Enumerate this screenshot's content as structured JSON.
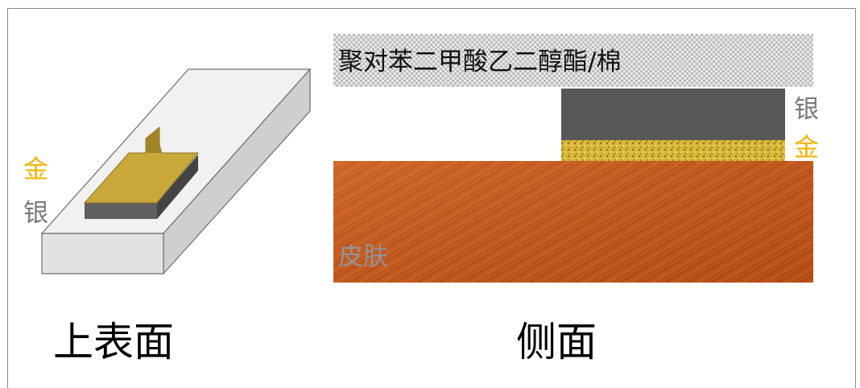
{
  "labels": {
    "fabric": "聚对苯二甲酸乙二醇酯/棉",
    "silver_right": "银",
    "gold_right": "金",
    "gold_left": "金",
    "silver_left": "银",
    "skin": "皮肤",
    "caption_top": "上表面",
    "caption_side": "侧面"
  },
  "colors": {
    "gold": "#f0b400",
    "silver": "#7a7a7a",
    "skin": "#c85a1e"
  }
}
